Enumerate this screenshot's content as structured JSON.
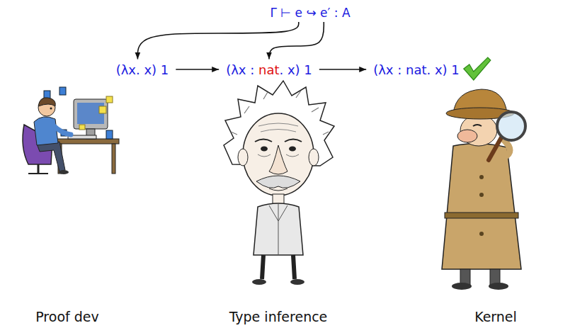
{
  "diagram": {
    "nodes": [
      {
        "text": [
          "Γ ⊢ e ↪ e′ : A"
        ]
      },
      {
        "text": [
          "(λx. x) 1"
        ]
      },
      {
        "text": [
          "(λx : nat. x) 1"
        ]
      },
      {
        "text": [
          "(λx : nat. x) 1"
        ]
      }
    ],
    "edges": [
      {
        "from": 0,
        "to": 1,
        "arrow": "to"
      },
      {
        "from": 0,
        "to": 2,
        "arrow": "to"
      },
      {
        "from": 1,
        "to": 2,
        "arrow": "to"
      },
      {
        "from": 2,
        "to": 3,
        "arrow": "to"
      }
    ],
    "labels": [
      "Proof dev",
      "Type inference",
      "Kernel"
    ]
  }
}
